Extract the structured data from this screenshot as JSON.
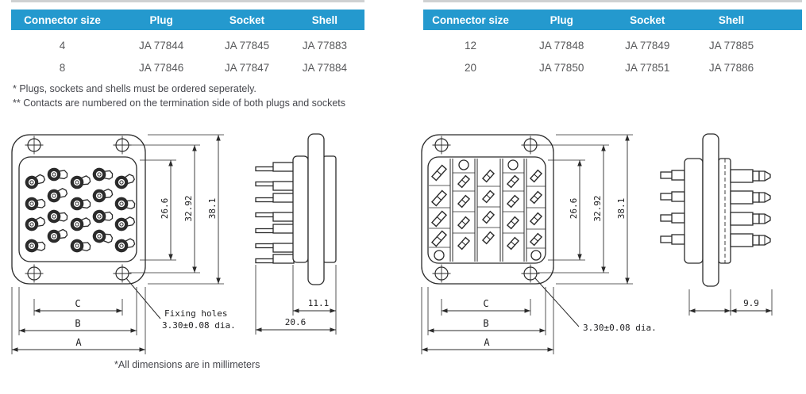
{
  "ordering_tables": {
    "left": {
      "headers": [
        "Connector size",
        "Plug",
        "Socket",
        "Shell"
      ],
      "rows": [
        [
          "4",
          "JA 77844",
          "JA 77845",
          "JA 77883"
        ],
        [
          "8",
          "JA 77846",
          "JA 77847",
          "JA 77884"
        ]
      ]
    },
    "right": {
      "headers": [
        "Connector size",
        "Plug",
        "Socket",
        "Shell"
      ],
      "rows": [
        [
          "12",
          "JA 77848",
          "JA 77849",
          "JA 77885"
        ],
        [
          "20",
          "JA 77850",
          "JA 77851",
          "JA 77886"
        ]
      ]
    }
  },
  "notes": {
    "note_1": "* Plugs, sockets and shells must be ordered seperately.",
    "note_2": "** Contacts are numbered on the termination side of both plugs and sockets"
  },
  "socket_drawing": {
    "dim_contact_area": "26.6",
    "dim_fixing_span": "32.92",
    "dim_flange": "38.1",
    "dim_c": "C",
    "dim_b": "B",
    "dim_a": "A",
    "fixing_note_line1": "Fixing holes",
    "fixing_note_line2": "3.30±0.08 dia.",
    "side_dim_body": "11.1",
    "side_dim_overall": "20.6"
  },
  "plug_drawing": {
    "dim_contact_area": "26.6",
    "dim_fixing_span": "32.92",
    "dim_flange": "38.1",
    "dim_c": "C",
    "dim_b": "B",
    "dim_a": "A",
    "fixing_note": "3.30±0.08 dia.",
    "side_dim_tip": "9.9"
  },
  "page": {
    "footer_note": "*All dimensions are in millimeters"
  },
  "colors": {
    "header_bg": "#2499CE",
    "header_text": "#FFFFFF",
    "table_text": "#58595B",
    "note_text": "#45464C",
    "drawing_line": "#2B2B2B"
  }
}
